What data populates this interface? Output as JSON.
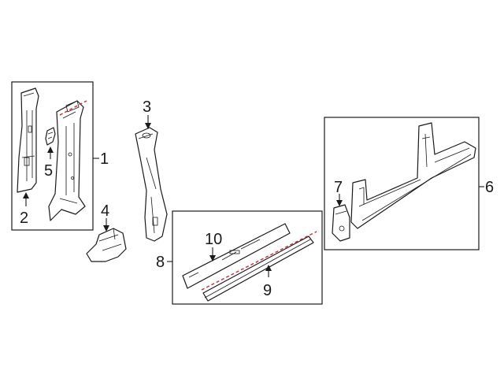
{
  "diagram": {
    "callouts": {
      "c1": "1",
      "c2": "2",
      "c3": "3",
      "c4": "4",
      "c5": "5",
      "c6": "6",
      "c7": "7",
      "c8": "8",
      "c9": "9",
      "c10": "10"
    },
    "colors": {
      "line": "#1a1a1a",
      "seam": "#d9252b",
      "background": "#ffffff"
    }
  }
}
